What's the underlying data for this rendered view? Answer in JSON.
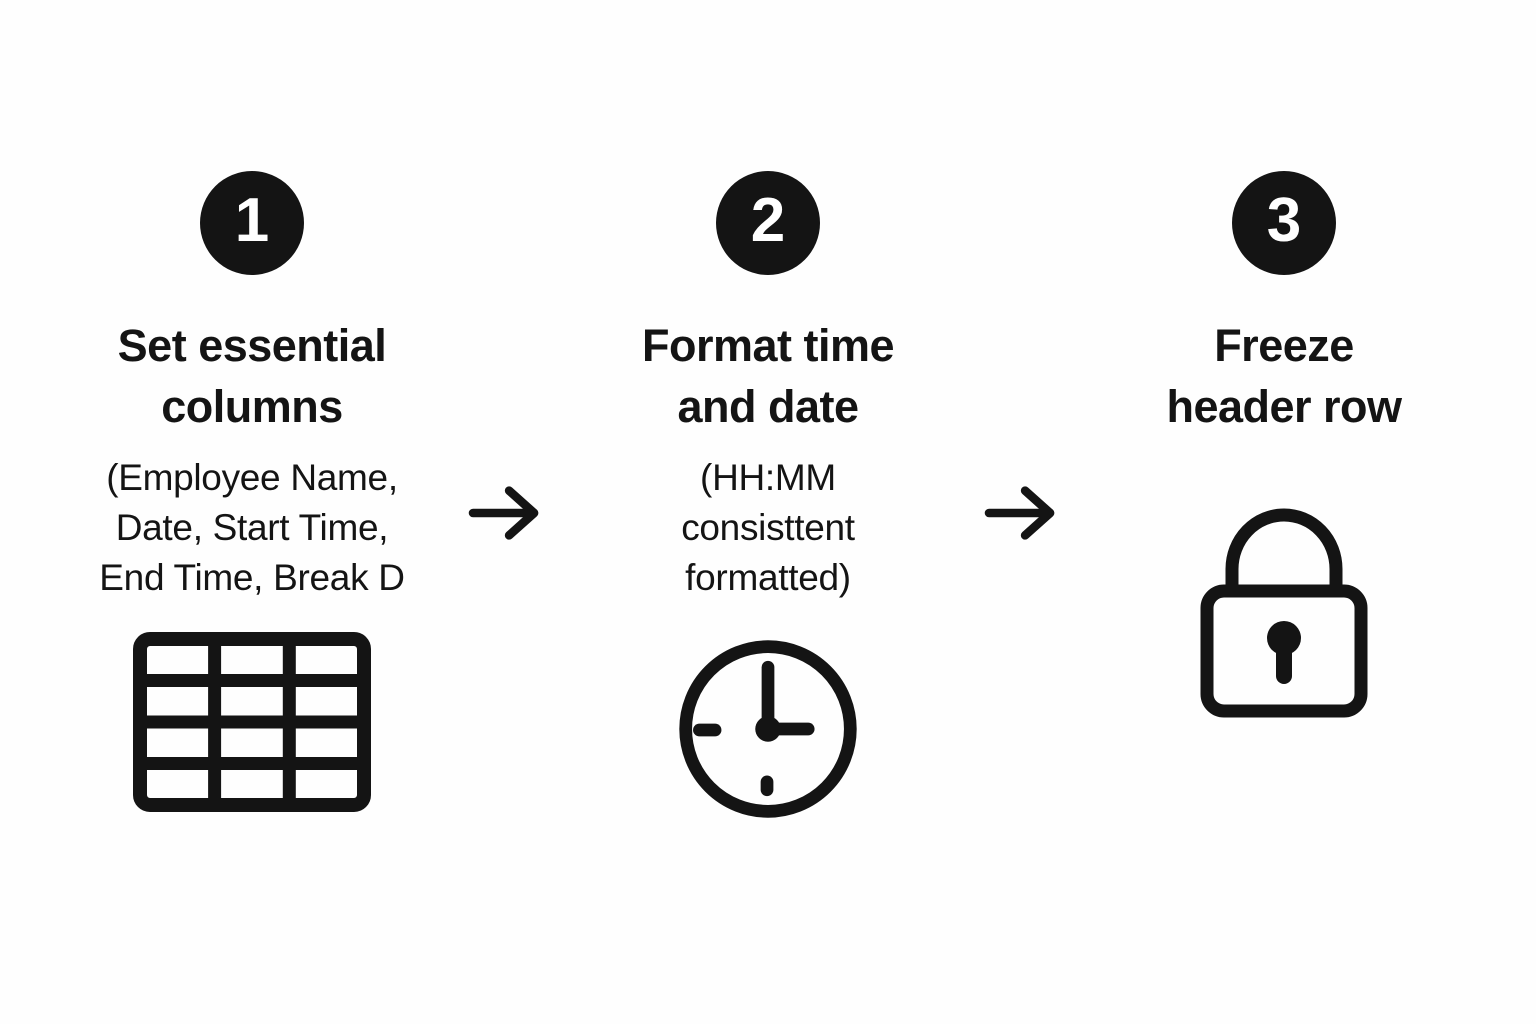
{
  "page": {
    "background_color": "#fefefe",
    "ink_color": "#141414"
  },
  "steps": [
    {
      "number": "1",
      "title": "Set essential\ncolumns",
      "subtitle": "(Employee Name,\nDate, Start Time,\nEnd Time, Break D",
      "icon": "table-grid-icon"
    },
    {
      "number": "2",
      "title": "Format time\nand date",
      "subtitle": "(HH:MM\nconsisttent\nformatted)",
      "icon": "clock-icon"
    },
    {
      "number": "3",
      "title": "Freeze\nheader row",
      "subtitle": "",
      "icon": "lock-icon"
    }
  ],
  "arrows": [
    {
      "direction": "right"
    },
    {
      "direction": "right"
    }
  ]
}
